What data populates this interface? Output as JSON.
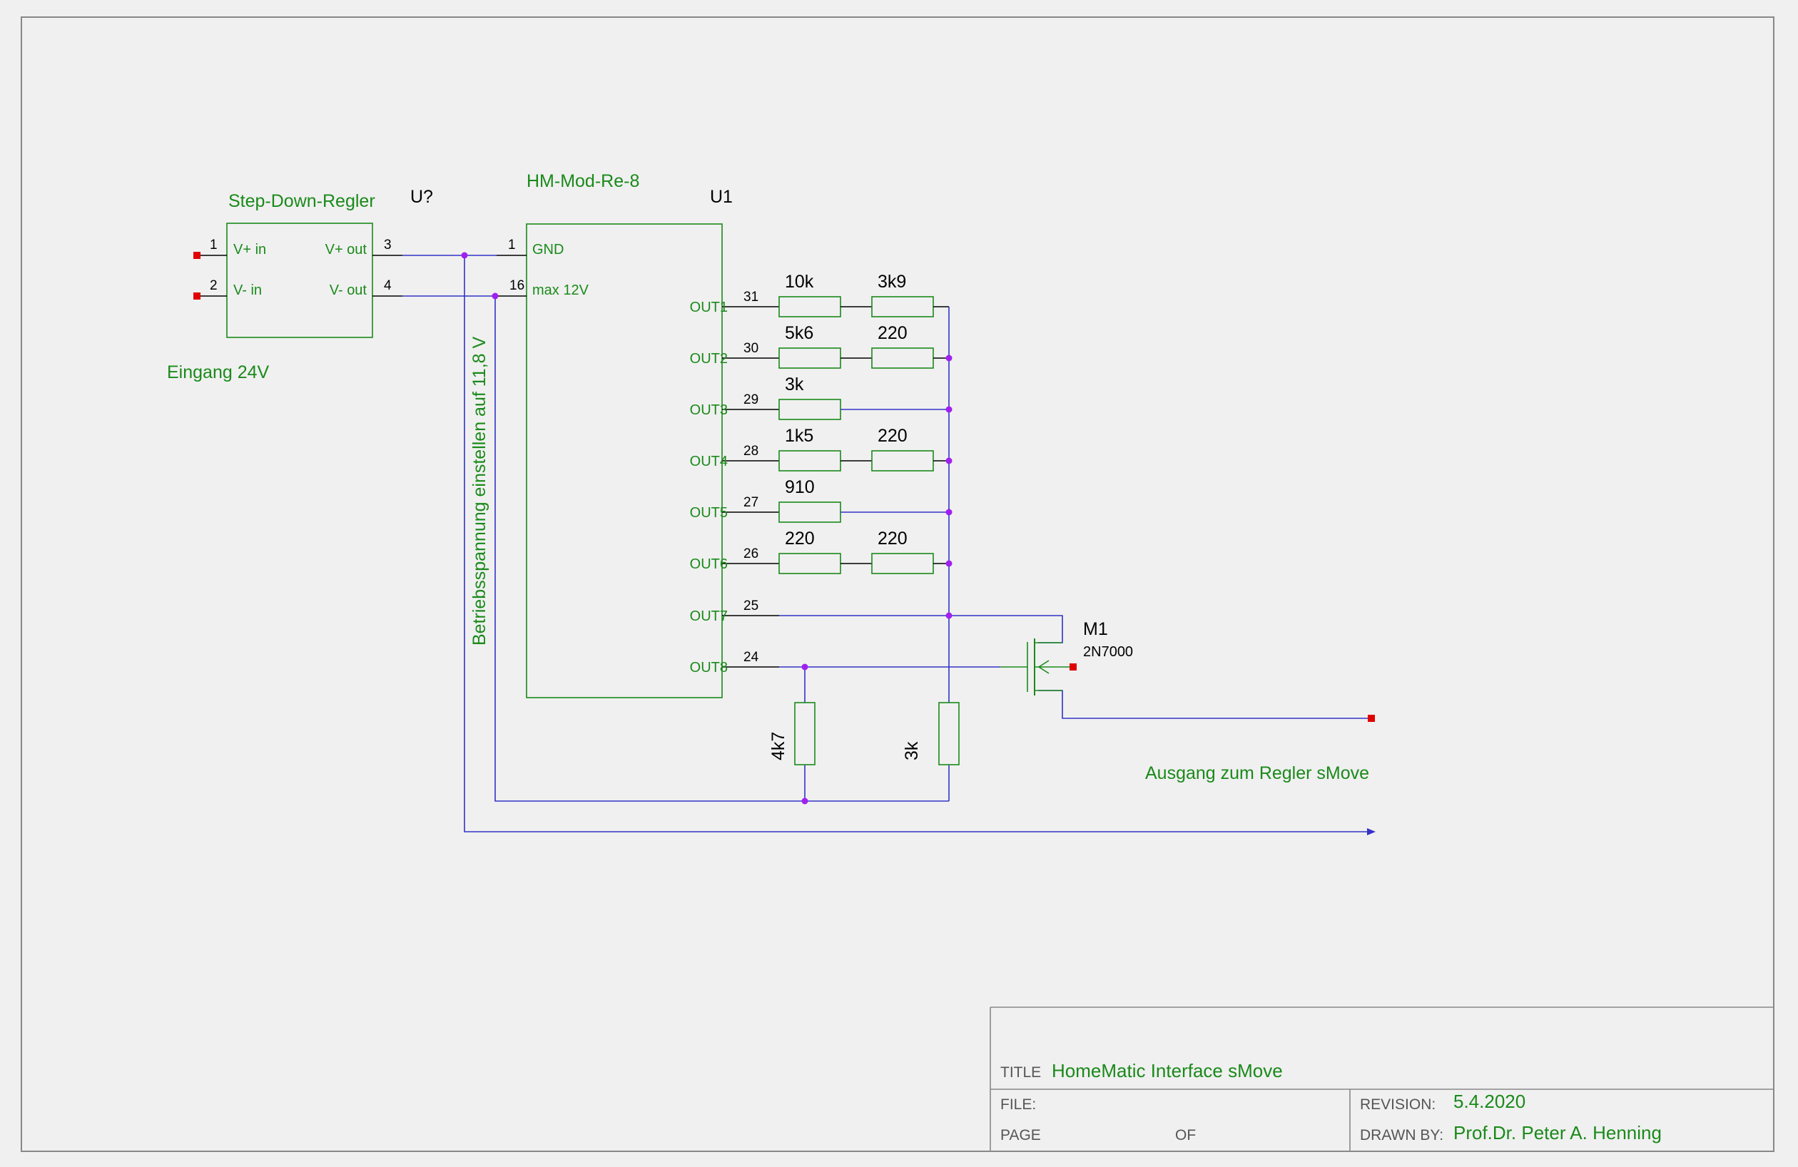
{
  "colors": {
    "background": "#f0f0f0",
    "frame": "#888888",
    "component": "#1a8a1a",
    "wire": "#3232c8",
    "pinline": "#000000",
    "junction": "#a020f0",
    "terminal": "#e00000",
    "label_dark": "#000000",
    "label_gray": "#555555"
  },
  "regulator": {
    "title": "Step-Down-Regler",
    "ref": "U?",
    "pins": {
      "p1_num": "1",
      "p1_name": "V+ in",
      "p2_num": "2",
      "p2_name": "V- in",
      "p3_num": "3",
      "p3_name": "V+ out",
      "p4_num": "4",
      "p4_name": "V- out"
    }
  },
  "input_label": "Eingang 24V",
  "module": {
    "title": "HM-Mod-Re-8",
    "ref": "U1",
    "gnd_num": "1",
    "gnd_name": "GND",
    "vmax_num": "16",
    "vmax_name": "max 12V",
    "outputs": [
      {
        "name": "OUT1",
        "pin": "31"
      },
      {
        "name": "OUT2",
        "pin": "30"
      },
      {
        "name": "OUT3",
        "pin": "29"
      },
      {
        "name": "OUT4",
        "pin": "28"
      },
      {
        "name": "OUT5",
        "pin": "27"
      },
      {
        "name": "OUT6",
        "pin": "26"
      },
      {
        "name": "OUT7",
        "pin": "25"
      },
      {
        "name": "OUT8",
        "pin": "24"
      }
    ]
  },
  "resistors": {
    "r1a": "10k",
    "r1b": "3k9",
    "r2a": "5k6",
    "r2b": "220",
    "r3a": "3k",
    "r4a": "1k5",
    "r4b": "220",
    "r5a": "910",
    "r6a": "220",
    "r6b": "220",
    "r_out8": "4k7",
    "r_bus": "3k"
  },
  "mosfet": {
    "ref": "M1",
    "value": "2N7000"
  },
  "note_voltage": "Betriebsspannung einstellen auf 11,8 V",
  "output_label": "Ausgang zum Regler sMove",
  "title_block": {
    "title_label": "TITLE",
    "title": "HomeMatic Interface sMove",
    "file_label": "FILE:",
    "revision_label": "REVISION:",
    "revision": "5.4.2020",
    "page_label": "PAGE",
    "of_label": "OF",
    "drawn_label": "DRAWN BY:",
    "drawn_by": "Prof.Dr. Peter A. Henning"
  }
}
